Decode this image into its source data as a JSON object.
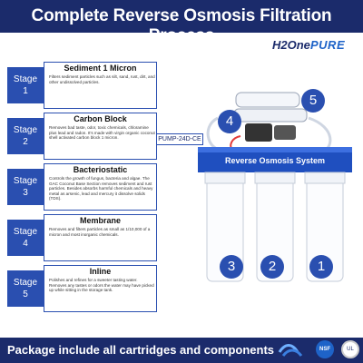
{
  "header": {
    "title": "Complete Reverse Osmosis Filtration Process"
  },
  "brand": {
    "logo": "H2One",
    "name": "PURE",
    "tagline": ""
  },
  "stages": [
    {
      "label_word": "Stage",
      "label_num": "1",
      "name": "Sediment 1 Micron",
      "desc": "Filters sediment particles such as silt, sand, rust, dirt, and other undissolved particles."
    },
    {
      "label_word": "Stage",
      "label_num": "2",
      "name": "Carbon Block",
      "desc": "Removes bad taste, odor, toxic chemicals, chloramine plus lead and radon. It's made with virgin organic coconut shell activated carbon block 1 micron."
    },
    {
      "label_word": "Stage",
      "label_num": "3",
      "name": "Bacteriostatic",
      "desc": "Controls the growth of fungus, bacteria and algae. The GAC Coconut Base Section removes sediment and rust particles. Besides absorbs harmful chemicals and heavy metal as arsenic, lead and mercury it dissolve solids (TDS)."
    },
    {
      "label_word": "Stage",
      "label_num": "4",
      "name": "Membrane",
      "desc": "Removes and filters particles as small as 1/10,000 of a micron and most inorganic chemicals."
    },
    {
      "label_word": "Stage",
      "label_num": "5",
      "name": "Inline",
      "desc": "Polishes and refines for a sweeter tasting water. Removes any tastes or odors the water may have picked up while sitting in the storage tank."
    }
  ],
  "product": {
    "pump_label": "PUMP-24D-CE",
    "system_label": "Reverse Osmosis System",
    "badges": [
      "1",
      "2",
      "3",
      "4",
      "5"
    ]
  },
  "footer": {
    "text": "Package include all cartridges and components",
    "cert_wq": "Water Quality",
    "cert_nsf": "NSF",
    "cert_ul": "UL"
  },
  "colors": {
    "navy": "#1b2b6b",
    "blue": "#2a4fb0",
    "accent": "#1e63c8"
  }
}
